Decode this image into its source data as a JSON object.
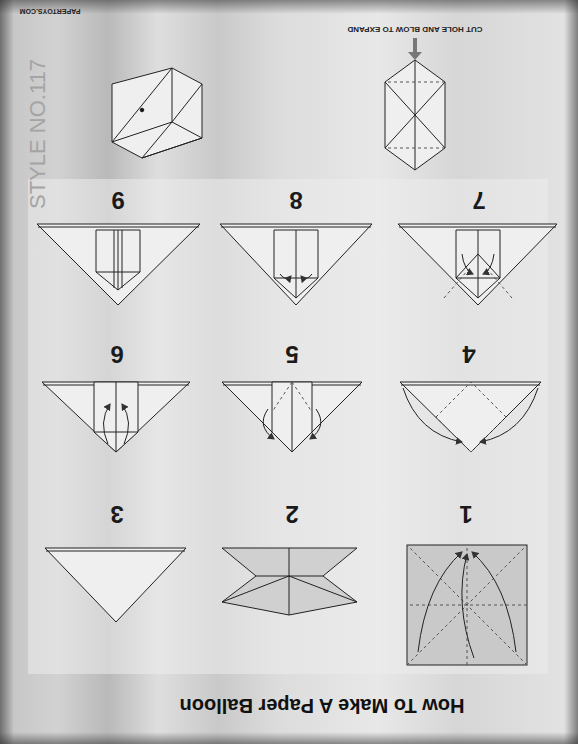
{
  "diagram": {
    "title": "How To Make A Paper Balloon",
    "labels": [
      "1",
      "2",
      "3",
      "4",
      "5",
      "6",
      "7",
      "8",
      "9",
      "CUT HOLE AND BLOW TO EXPAND",
      "PAPERTOYS.COM",
      "STYLE NO.117"
    ]
  }
}
